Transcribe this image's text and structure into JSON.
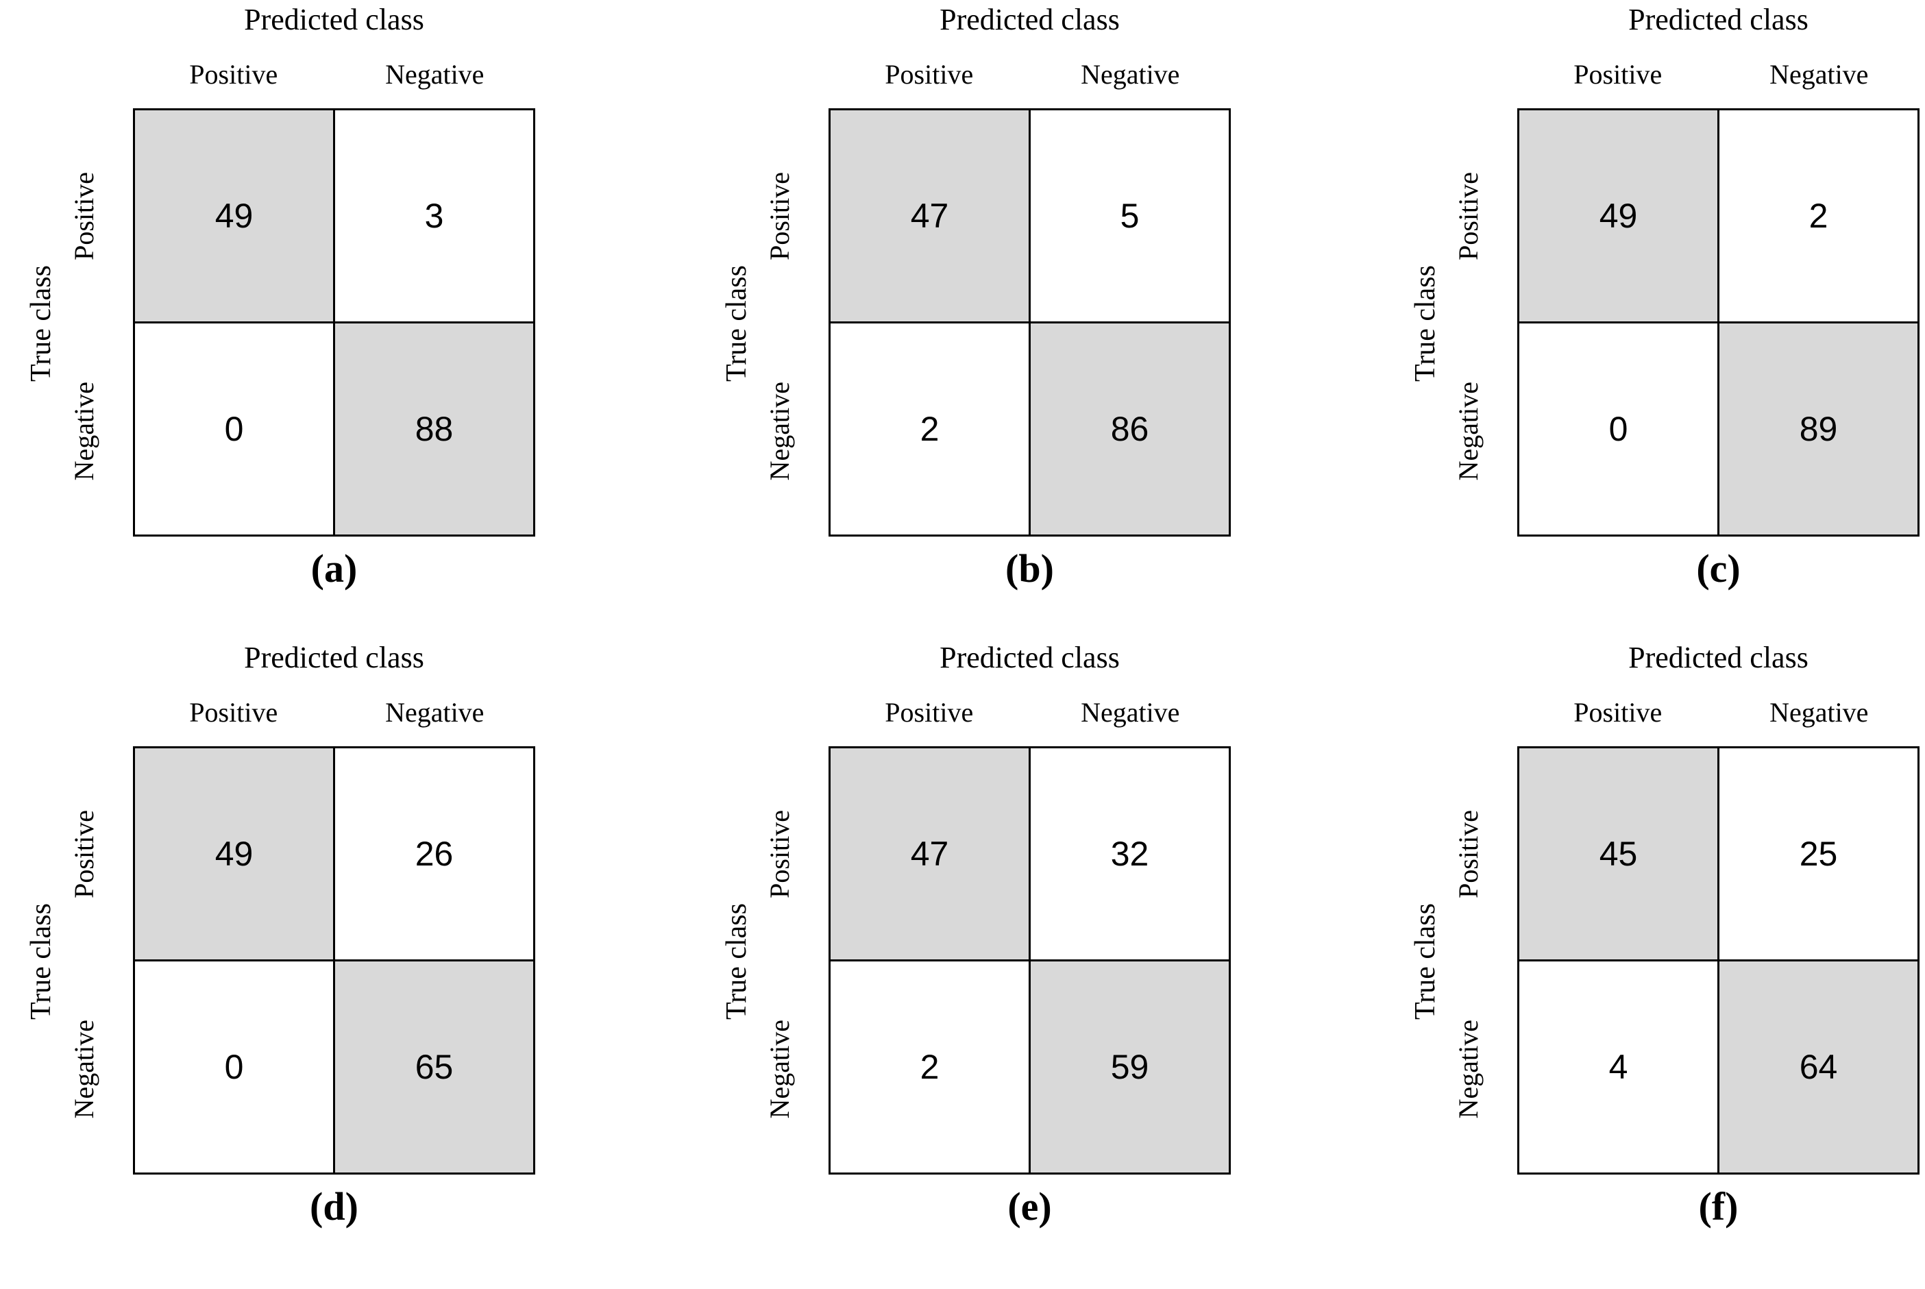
{
  "colors": {
    "diagonal_cell_fill": "#d9d9d9",
    "grid_border": "#000000",
    "text": "#000000",
    "background": "#ffffff"
  },
  "chart_data": [
    {
      "type": "heatmap",
      "panel_label": "(a)",
      "title": "Predicted class",
      "ylabel": "True class",
      "x_categories": [
        "Positive",
        "Negative"
      ],
      "y_categories": [
        "Positive",
        "Negative"
      ],
      "matrix": [
        [
          49,
          3
        ],
        [
          0,
          88
        ]
      ],
      "shaded_cells": "diagonal",
      "grid": true,
      "legend": false
    },
    {
      "type": "heatmap",
      "panel_label": "(b)",
      "title": "Predicted class",
      "ylabel": "True class",
      "x_categories": [
        "Positive",
        "Negative"
      ],
      "y_categories": [
        "Positive",
        "Negative"
      ],
      "matrix": [
        [
          47,
          5
        ],
        [
          2,
          86
        ]
      ],
      "shaded_cells": "diagonal",
      "grid": true,
      "legend": false
    },
    {
      "type": "heatmap",
      "panel_label": "(c)",
      "title": "Predicted class",
      "ylabel": "True class",
      "x_categories": [
        "Positive",
        "Negative"
      ],
      "y_categories": [
        "Positive",
        "Negative"
      ],
      "matrix": [
        [
          49,
          2
        ],
        [
          0,
          89
        ]
      ],
      "shaded_cells": "diagonal",
      "grid": true,
      "legend": false
    },
    {
      "type": "heatmap",
      "panel_label": "(d)",
      "title": "Predicted class",
      "ylabel": "True class",
      "x_categories": [
        "Positive",
        "Negative"
      ],
      "y_categories": [
        "Positive",
        "Negative"
      ],
      "matrix": [
        [
          49,
          26
        ],
        [
          0,
          65
        ]
      ],
      "shaded_cells": "diagonal",
      "grid": true,
      "legend": false
    },
    {
      "type": "heatmap",
      "panel_label": "(e)",
      "title": "Predicted class",
      "ylabel": "True class",
      "x_categories": [
        "Positive",
        "Negative"
      ],
      "y_categories": [
        "Positive",
        "Negative"
      ],
      "matrix": [
        [
          47,
          32
        ],
        [
          2,
          59
        ]
      ],
      "shaded_cells": "diagonal",
      "grid": true,
      "legend": false
    },
    {
      "type": "heatmap",
      "panel_label": "(f)",
      "title": "Predicted class",
      "ylabel": "True class",
      "x_categories": [
        "Positive",
        "Negative"
      ],
      "y_categories": [
        "Positive",
        "Negative"
      ],
      "matrix": [
        [
          45,
          25
        ],
        [
          4,
          64
        ]
      ],
      "shaded_cells": "diagonal",
      "grid": true,
      "legend": false
    }
  ]
}
